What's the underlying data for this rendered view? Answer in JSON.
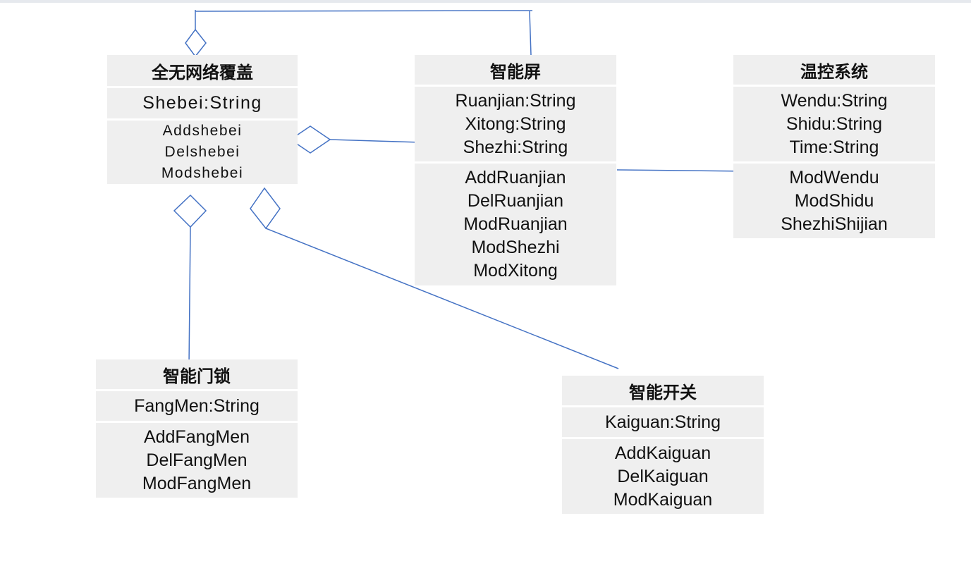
{
  "classes": {
    "network": {
      "title": "全无网络覆盖",
      "attributes": [
        "Shebei:String"
      ],
      "operations": [
        "Addshebei",
        "Delshebei",
        "Modshebei"
      ]
    },
    "screen": {
      "title": "智能屏",
      "attributes": [
        "Ruanjian:String",
        "Xitong:String",
        "Shezhi:String"
      ],
      "operations": [
        "AddRuanjian",
        "DelRuanjian",
        "ModRuanjian",
        "ModShezhi",
        "ModXitong"
      ]
    },
    "temperature": {
      "title": "温控系统",
      "attributes": [
        "Wendu:String",
        "Shidu:String",
        "Time:String"
      ],
      "operations": [
        "ModWendu",
        "ModShidu",
        "ShezhiShijian"
      ]
    },
    "doorlock": {
      "title": "智能门锁",
      "attributes": [
        "FangMen:String"
      ],
      "operations": [
        "AddFangMen",
        "DelFangMen",
        "ModFangMen"
      ]
    },
    "switch": {
      "title": "智能开关",
      "attributes": [
        "Kaiguan:String"
      ],
      "operations": [
        "AddKaiguan",
        "DelKaiguan",
        "ModKaiguan"
      ]
    }
  },
  "colors": {
    "line": "#4472c4",
    "box": "#efefef"
  }
}
